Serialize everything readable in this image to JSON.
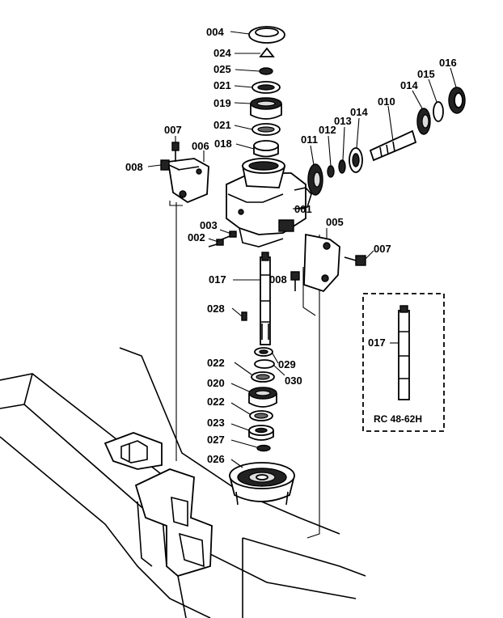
{
  "labels": {
    "p004": "004",
    "p024": "024",
    "p025": "025",
    "p021a": "021",
    "p019": "019",
    "p021b": "021",
    "p018": "018",
    "p007a": "007",
    "p006": "006",
    "p008a": "008",
    "p011": "011",
    "p012": "012",
    "p013": "013",
    "p014a": "014",
    "p010": "010",
    "p014b": "014",
    "p015": "015",
    "p016": "016",
    "p001": "001",
    "p003": "003",
    "p002": "002",
    "p005": "005",
    "p007b": "007",
    "p017": "017",
    "p008b": "008",
    "p028": "028",
    "p022a": "022",
    "p029": "029",
    "p030": "030",
    "p020": "020",
    "p022b": "022",
    "p023": "023",
    "p027": "027",
    "p026": "026",
    "inset_part": "017",
    "inset_model": "RC 48-62H"
  }
}
